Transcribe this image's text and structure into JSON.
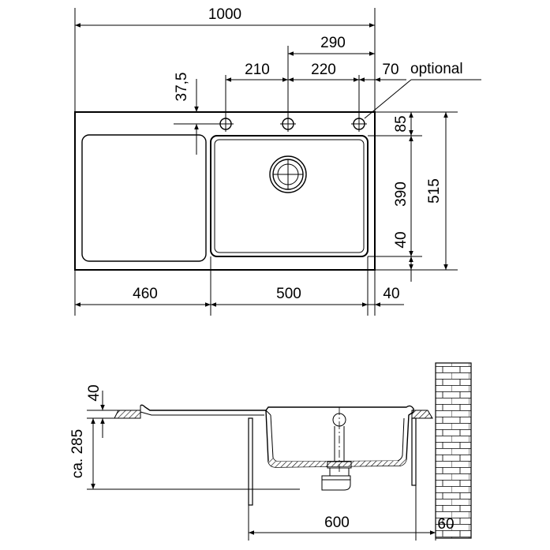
{
  "top_view": {
    "dims": {
      "total_width": "1000",
      "hole_span": "290",
      "hole_spacing_1": "210",
      "hole_spacing_2": "220",
      "hole_edge_offset": "70",
      "hole_from_edge": "37,5",
      "top_margin": "85",
      "bowl_depth": "390",
      "bottom_margin": "40",
      "total_depth": "515",
      "drainer_width": "460",
      "bowl_width": "500",
      "right_margin": "40"
    },
    "optional_label": "optional"
  },
  "side_view": {
    "dims": {
      "rim_thickness": "40",
      "height": "ca. 285",
      "cabinet_width": "600",
      "wall_gap": "60"
    }
  }
}
